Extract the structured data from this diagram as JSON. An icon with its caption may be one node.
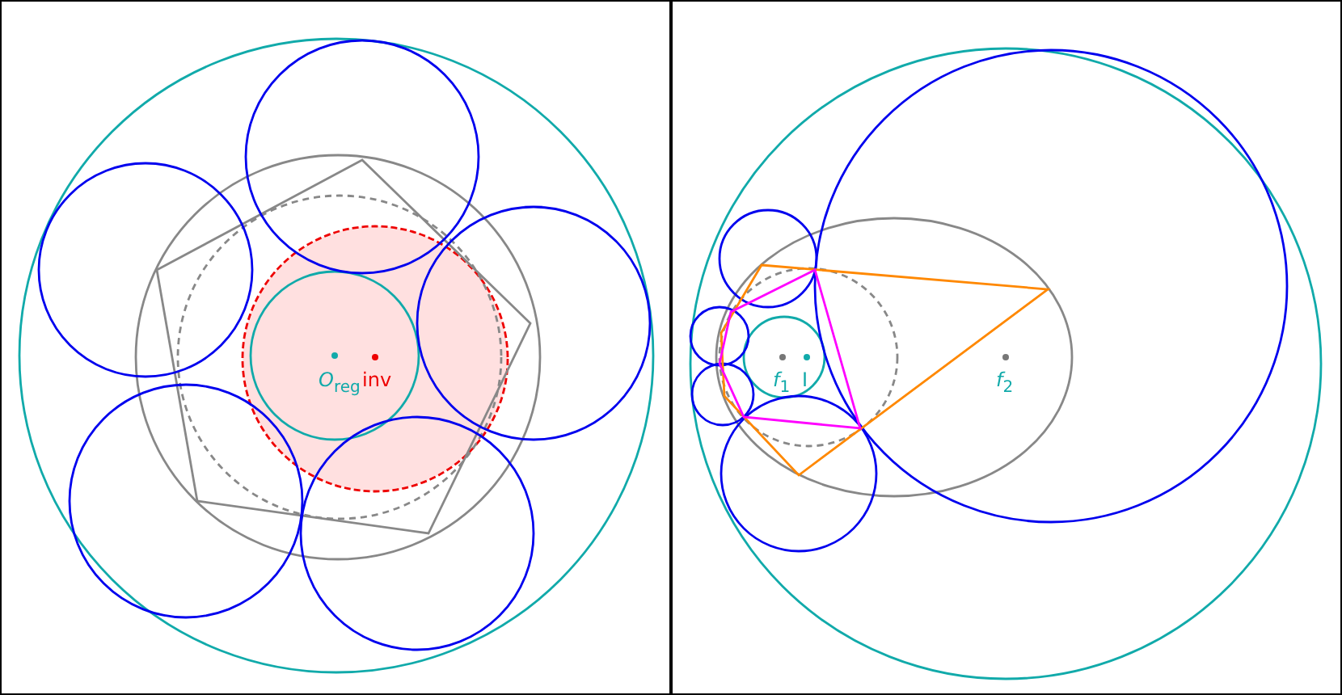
{
  "diagram": {
    "labels": [
      "*O*$_{reg}$",
      "inv",
      "*f*$_{1}$",
      "I",
      "*f*$_{2}$"
    ]
  }
}
